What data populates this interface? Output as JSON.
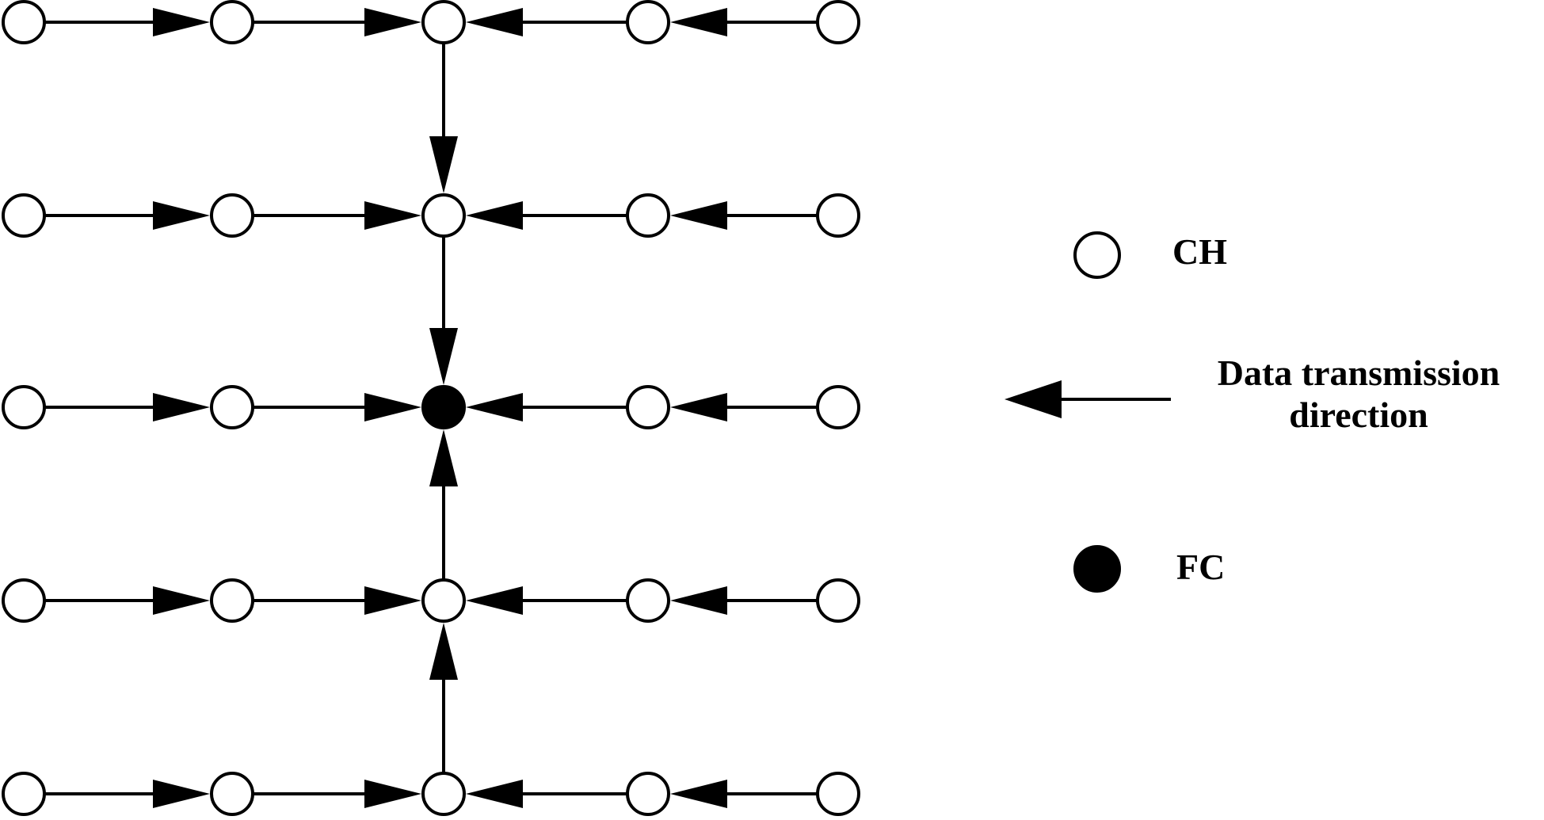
{
  "colors": {
    "stroke": "#000000",
    "ch_fill": "#ffffff",
    "fc_fill": "#000000",
    "background": "#ffffff"
  },
  "network": {
    "rows": 5,
    "cols": 5,
    "sink": {
      "row": 2,
      "col": 2
    },
    "flows": [
      {
        "from": [
          0,
          0
        ],
        "to": [
          0,
          1
        ]
      },
      {
        "from": [
          0,
          1
        ],
        "to": [
          0,
          2
        ]
      },
      {
        "from": [
          0,
          4
        ],
        "to": [
          0,
          3
        ]
      },
      {
        "from": [
          0,
          3
        ],
        "to": [
          0,
          2
        ]
      },
      {
        "from": [
          0,
          2
        ],
        "to": [
          1,
          2
        ]
      },
      {
        "from": [
          1,
          0
        ],
        "to": [
          1,
          1
        ]
      },
      {
        "from": [
          1,
          1
        ],
        "to": [
          1,
          2
        ]
      },
      {
        "from": [
          1,
          4
        ],
        "to": [
          1,
          3
        ]
      },
      {
        "from": [
          1,
          3
        ],
        "to": [
          1,
          2
        ]
      },
      {
        "from": [
          1,
          2
        ],
        "to": [
          2,
          2
        ]
      },
      {
        "from": [
          2,
          0
        ],
        "to": [
          2,
          1
        ]
      },
      {
        "from": [
          2,
          1
        ],
        "to": [
          2,
          2
        ]
      },
      {
        "from": [
          2,
          4
        ],
        "to": [
          2,
          3
        ]
      },
      {
        "from": [
          2,
          3
        ],
        "to": [
          2,
          2
        ]
      },
      {
        "from": [
          3,
          0
        ],
        "to": [
          3,
          1
        ]
      },
      {
        "from": [
          3,
          1
        ],
        "to": [
          3,
          2
        ]
      },
      {
        "from": [
          3,
          4
        ],
        "to": [
          3,
          3
        ]
      },
      {
        "from": [
          3,
          3
        ],
        "to": [
          3,
          2
        ]
      },
      {
        "from": [
          3,
          2
        ],
        "to": [
          2,
          2
        ]
      },
      {
        "from": [
          4,
          0
        ],
        "to": [
          4,
          1
        ]
      },
      {
        "from": [
          4,
          1
        ],
        "to": [
          4,
          2
        ]
      },
      {
        "from": [
          4,
          4
        ],
        "to": [
          4,
          3
        ]
      },
      {
        "from": [
          4,
          3
        ],
        "to": [
          4,
          2
        ]
      },
      {
        "from": [
          4,
          2
        ],
        "to": [
          3,
          2
        ]
      }
    ]
  },
  "legend": {
    "ch_label": "CH",
    "arrow_label_line1": "Data transmission",
    "arrow_label_line2": "direction",
    "fc_label": "FC"
  }
}
